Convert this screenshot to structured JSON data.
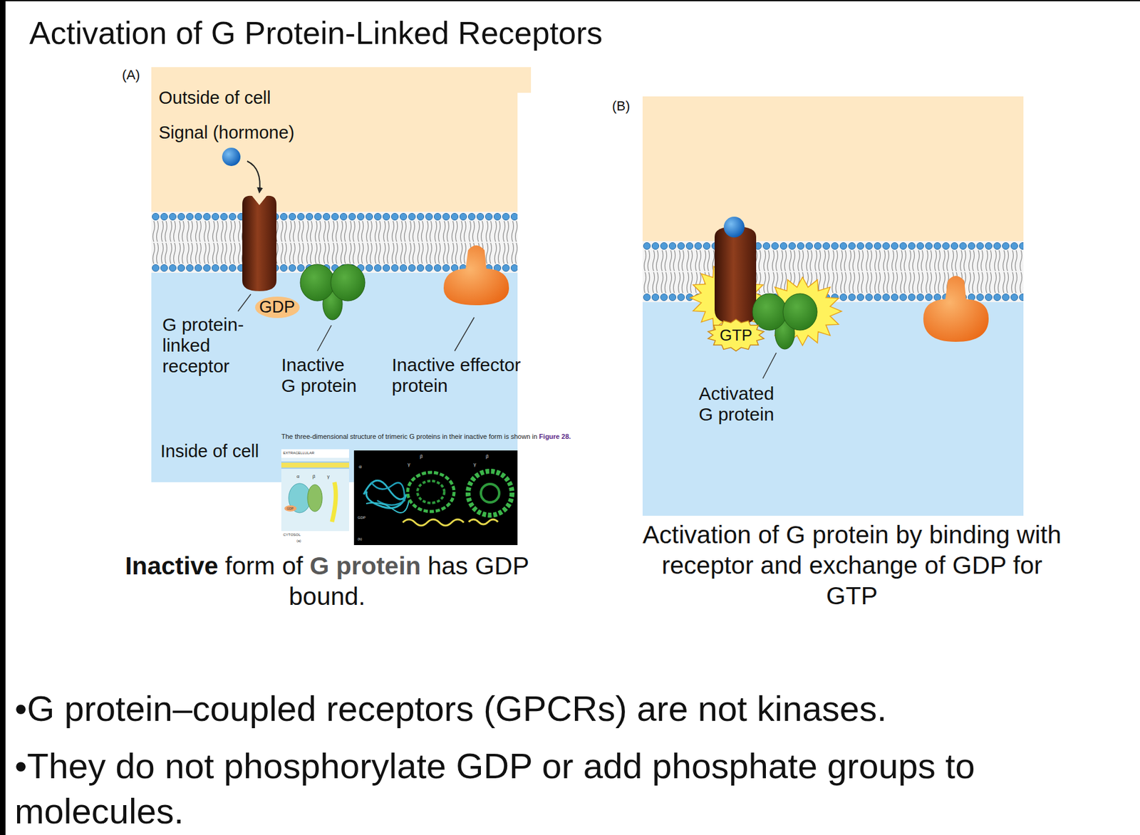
{
  "diagram": {
    "title": "Activation of G Protein-Linked Receptors",
    "nodes": [
      {
        "text": [
          "(A)",
          "Outside of cell",
          "Signal (hormone)",
          "Inside of cell"
        ]
      },
      {
        "text": [
          "GDP"
        ],
        "in": 0
      },
      {
        "text": [
          "(B)"
        ]
      },
      {
        "text": [
          "GTP"
        ],
        "in": 2
      }
    ],
    "labels": [
      "G protein-linked receptor",
      "Inactive G protein",
      "Inactive effector protein",
      "The three-dimensional structure of trimeric G proteins in their inactive form is shown in",
      "Figure 28.",
      "EXTRACELLULAR",
      "α",
      "β",
      "γ",
      "GDP",
      "CYTOSOL",
      "(a)",
      "α",
      "GDP",
      "β",
      "γ",
      "β",
      "γ",
      "(b)",
      "Inactive",
      "form of",
      "G protein",
      "has GDP bound.",
      "Activated G protein",
      "Activation of G protein by binding with receptor and exchange of GDP for GTP",
      "•G protein–coupled receptors (GPCRs) are not kinases.",
      "•They do not phosphorylate GDP or add phosphate groups to molecules."
    ]
  }
}
